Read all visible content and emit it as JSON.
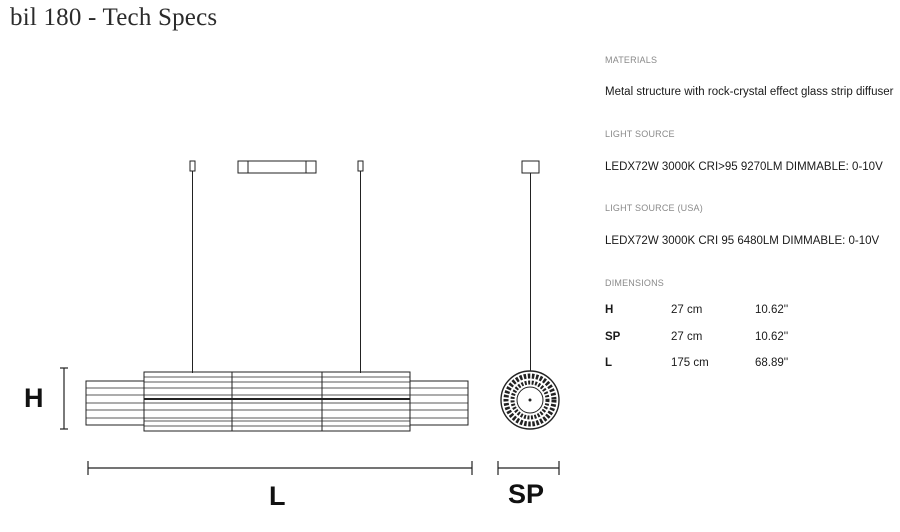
{
  "title": "bil 180 - Tech Specs",
  "drawing": {
    "height_label": "H",
    "length_label": "L",
    "depth_label": "SP"
  },
  "specs": {
    "materials": {
      "label": "MATERIALS",
      "value": "Metal structure with rock-crystal effect glass strip diffuser"
    },
    "light_source": {
      "label": "LIGHT SOURCE",
      "value": "LEDX72W 3000K CRI>95 9270LM DIMMABLE: 0-10V"
    },
    "light_source_usa": {
      "label": "LIGHT SOURCE (USA)",
      "value": "LEDX72W 3000K CRI 95 6480LM DIMMABLE: 0-10V"
    },
    "dimensions": {
      "label": "DIMENSIONS",
      "rows": [
        {
          "name": "H",
          "metric": "27 cm",
          "imperial": "10.62''"
        },
        {
          "name": "SP",
          "metric": "27 cm",
          "imperial": "10.62''"
        },
        {
          "name": "L",
          "metric": "175 cm",
          "imperial": "68.89''"
        }
      ]
    }
  }
}
